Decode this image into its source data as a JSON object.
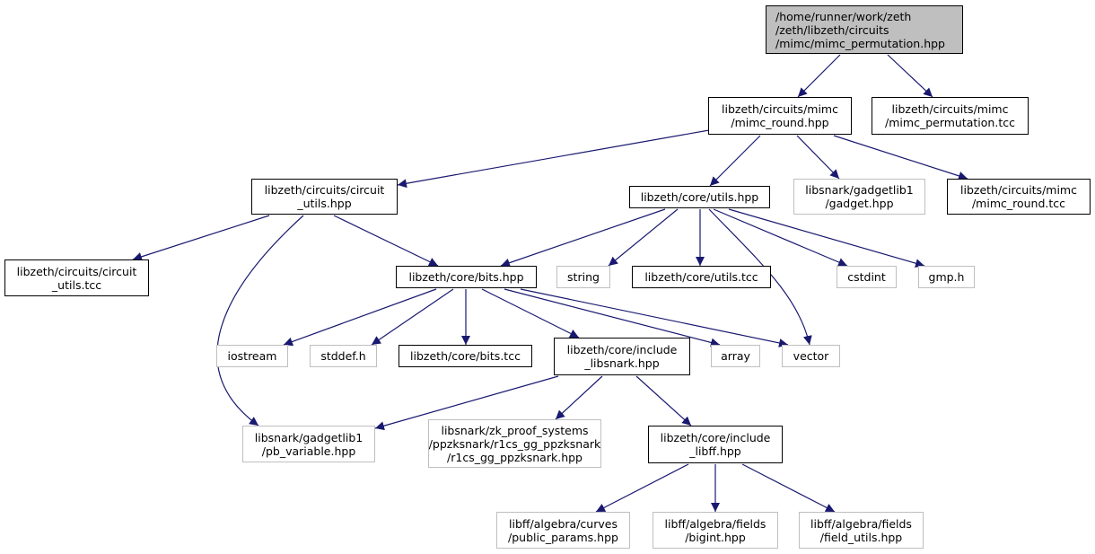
{
  "colors": {
    "edge": "#191970",
    "root_fill": "#bfbfbf",
    "external_border": "#bfbfbf",
    "internal_border": "#000000"
  },
  "nodes": {
    "root": [
      "/home/runner/work/zeth",
      "/zeth/libzeth/circuits",
      "/mimc/mimc_permutation.hpp"
    ],
    "mimc_round_hpp": [
      "libzeth/circuits/mimc",
      "/mimc_round.hpp"
    ],
    "mimc_permutation_tcc": [
      "libzeth/circuits/mimc",
      "/mimc_permutation.tcc"
    ],
    "circuit_utils_hpp": [
      "libzeth/circuits/circuit",
      "_utils.hpp"
    ],
    "core_utils_hpp": [
      "libzeth/core/utils.hpp"
    ],
    "gadget_hpp": [
      "libsnark/gadgetlib1",
      "/gadget.hpp"
    ],
    "mimc_round_tcc": [
      "libzeth/circuits/mimc",
      "/mimc_round.tcc"
    ],
    "circuit_utils_tcc": [
      "libzeth/circuits/circuit",
      "_utils.tcc"
    ],
    "bits_hpp": [
      "libzeth/core/bits.hpp"
    ],
    "string": [
      "string"
    ],
    "core_utils_tcc": [
      "libzeth/core/utils.tcc"
    ],
    "cstdint": [
      "cstdint"
    ],
    "gmp_h": [
      "gmp.h"
    ],
    "iostream": [
      "iostream"
    ],
    "stddef_h": [
      "stddef.h"
    ],
    "bits_tcc": [
      "libzeth/core/bits.tcc"
    ],
    "include_libsnark": [
      "libzeth/core/include",
      "_libsnark.hpp"
    ],
    "array": [
      "array"
    ],
    "vector": [
      "vector"
    ],
    "pb_variable": [
      "libsnark/gadgetlib1",
      "/pb_variable.hpp"
    ],
    "r1cs_gg_ppzksnark": [
      "libsnark/zk_proof_systems",
      "/ppzksnark/r1cs_gg_ppzksnark",
      "/r1cs_gg_ppzksnark.hpp"
    ],
    "include_libff": [
      "libzeth/core/include",
      "_libff.hpp"
    ],
    "public_params": [
      "libff/algebra/curves",
      "/public_params.hpp"
    ],
    "bigint": [
      "libff/algebra/fields",
      "/bigint.hpp"
    ],
    "field_utils": [
      "libff/algebra/fields",
      "/field_utils.hpp"
    ]
  }
}
